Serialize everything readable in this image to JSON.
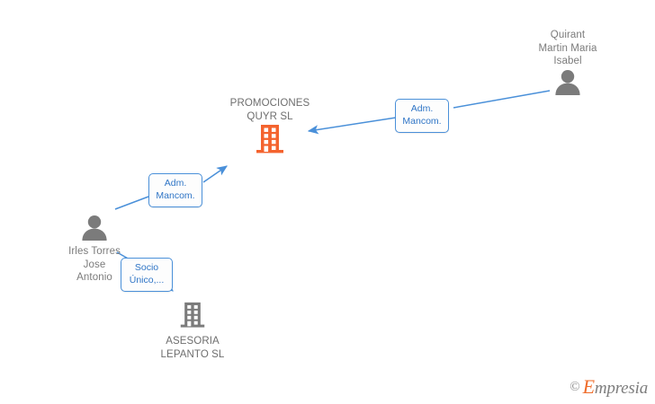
{
  "diagram": {
    "title": "Corporate relationship diagram",
    "colors": {
      "company_accent": "#f4632e",
      "entity_gray": "#7b7b7b",
      "edge_blue": "#4a90d9",
      "label_text": "#2f75c6"
    },
    "nodes": [
      {
        "id": "promociones-quyr",
        "name": "PROMOCIONES\nQUYR SL",
        "type": "company",
        "icon": "building-icon",
        "highlight": true
      },
      {
        "id": "quirant-martin",
        "name": "Quirant\nMartin Maria\nIsabel",
        "type": "person",
        "icon": "person-icon",
        "highlight": false
      },
      {
        "id": "irles-torres",
        "name": "Irles Torres\nJose\nAntonio",
        "type": "person",
        "icon": "person-icon",
        "highlight": false
      },
      {
        "id": "asesoria-lepanto",
        "name": "ASESORIA\nLEPANTO SL",
        "type": "company",
        "icon": "building-icon",
        "highlight": false
      }
    ],
    "edges": [
      {
        "id": "edge-quirant-to-quyr",
        "from": "quirant-martin",
        "to": "promociones-quyr",
        "label": "Adm.\nMancom."
      },
      {
        "id": "edge-irles-to-quyr",
        "from": "irles-torres",
        "to": "promociones-quyr",
        "label": "Adm.\nMancom."
      },
      {
        "id": "edge-irles-to-asesoria",
        "from": "irles-torres",
        "to": "asesoria-lepanto",
        "label": "Socio\nÚnico,..."
      }
    ]
  },
  "watermark": {
    "copyright": "©",
    "brand_first": "E",
    "brand_rest": "mpresia"
  }
}
